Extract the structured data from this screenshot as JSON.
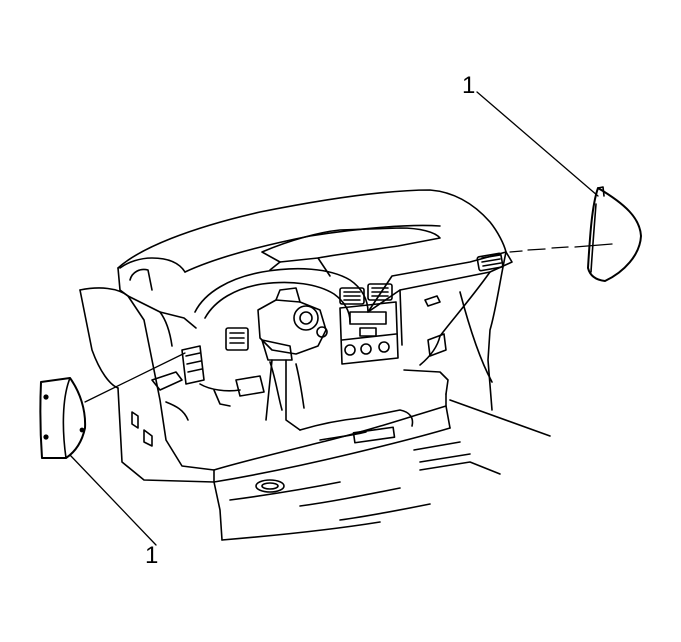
{
  "callouts": [
    {
      "id": "top",
      "label": "1"
    },
    {
      "id": "bottom",
      "label": "1"
    }
  ],
  "colors": {
    "line": "#000000",
    "background": "#ffffff"
  }
}
